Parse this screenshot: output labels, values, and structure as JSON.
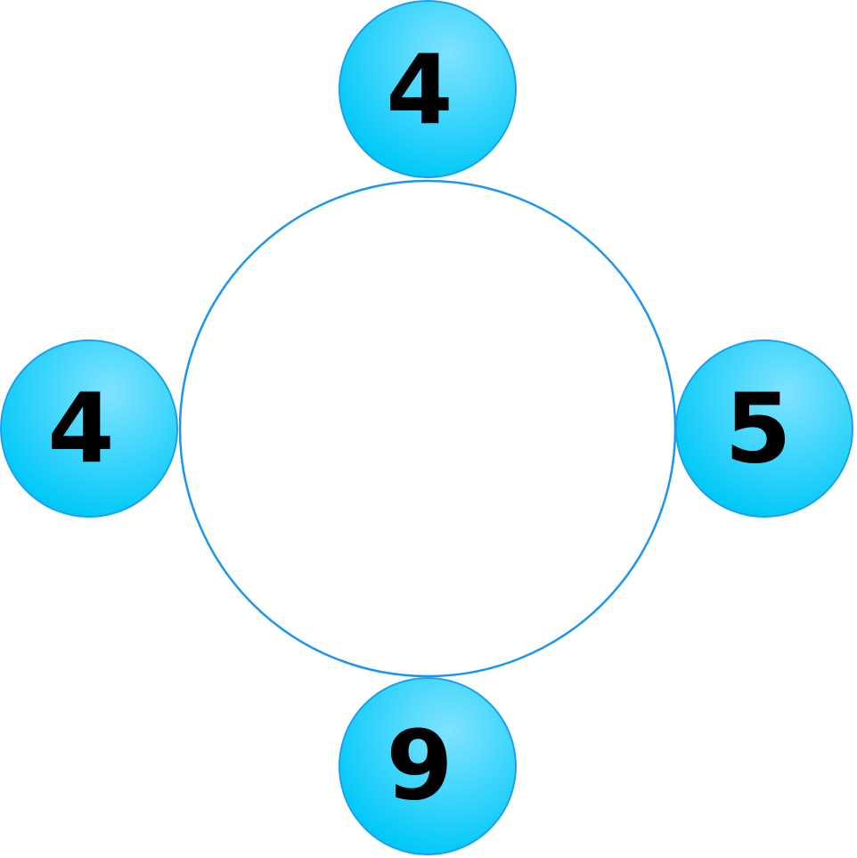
{
  "colors": {
    "ring_stroke": "#1a96f0",
    "bubble_stroke": "#1aa0ee",
    "bubble_fill_light": "#7fe3ff",
    "bubble_fill_dark": "#00c8f8",
    "number_color": "#000000"
  },
  "diagram": {
    "center_value": "",
    "numbers": {
      "top": "4",
      "right": "5",
      "bottom": "9",
      "left": "4"
    }
  }
}
